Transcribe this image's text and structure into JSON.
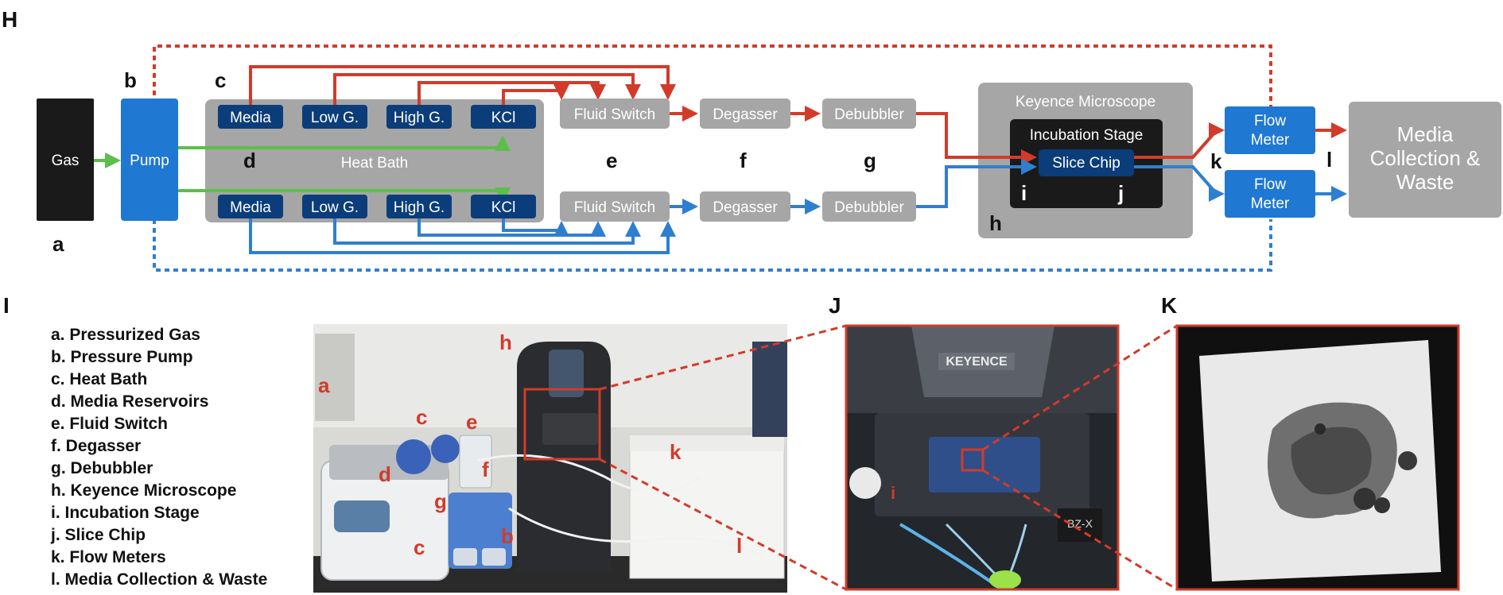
{
  "panels": {
    "H": "H",
    "I": "I",
    "J": "J",
    "K": "K"
  },
  "diagram": {
    "gas": "Gas",
    "pump": "Pump",
    "heat_bath": "Heat Bath",
    "reservoirs_top": [
      "Media",
      "Low G.",
      "High G.",
      "KCl"
    ],
    "reservoirs_bottom": [
      "Media",
      "Low G.",
      "High G.",
      "KCl"
    ],
    "fluid_switch": "Fluid Switch",
    "degasser": "Degasser",
    "debubbler": "Debubbler",
    "microscope": "Keyence Microscope",
    "incubation_stage": "Incubation Stage",
    "slice_chip": "Slice Chip",
    "flow_meter_line1": "Flow",
    "flow_meter_line2": "Meter",
    "collection": [
      "Media",
      "Collection &",
      "Waste"
    ],
    "step_letters": {
      "a": "a",
      "b": "b",
      "c": "c",
      "d": "d",
      "e": "e",
      "f": "f",
      "g": "g",
      "h": "h",
      "i": "i",
      "j": "j",
      "k": "k",
      "l": "l"
    },
    "colors": {
      "red": "#d23b2a",
      "blue": "#2f7fd0",
      "green": "#5cbf4a",
      "gray": "#a6a6a6",
      "navy": "#0b3d7a",
      "pump_blue": "#1f78d1",
      "black": "#1a1a1a"
    }
  },
  "legend": [
    "a. Pressurized Gas",
    "b. Pressure Pump",
    "c. Heat Bath",
    "d. Media Reservoirs",
    "e. Fluid Switch",
    "f. Degasser",
    "g. Debubbler",
    "h. Keyence Microscope",
    "i. Incubation Stage",
    "j. Slice Chip",
    "k. Flow Meters",
    "l. Media Collection & Waste"
  ],
  "photo_labels": {
    "a": "a",
    "b": "b",
    "c": "c",
    "d": "d",
    "e": "e",
    "f": "f",
    "g": "g",
    "h": "h",
    "k": "k",
    "l": "l"
  },
  "photo_j": {
    "brand": "KEYENCE",
    "model": "BZ-X",
    "marker": "i"
  }
}
